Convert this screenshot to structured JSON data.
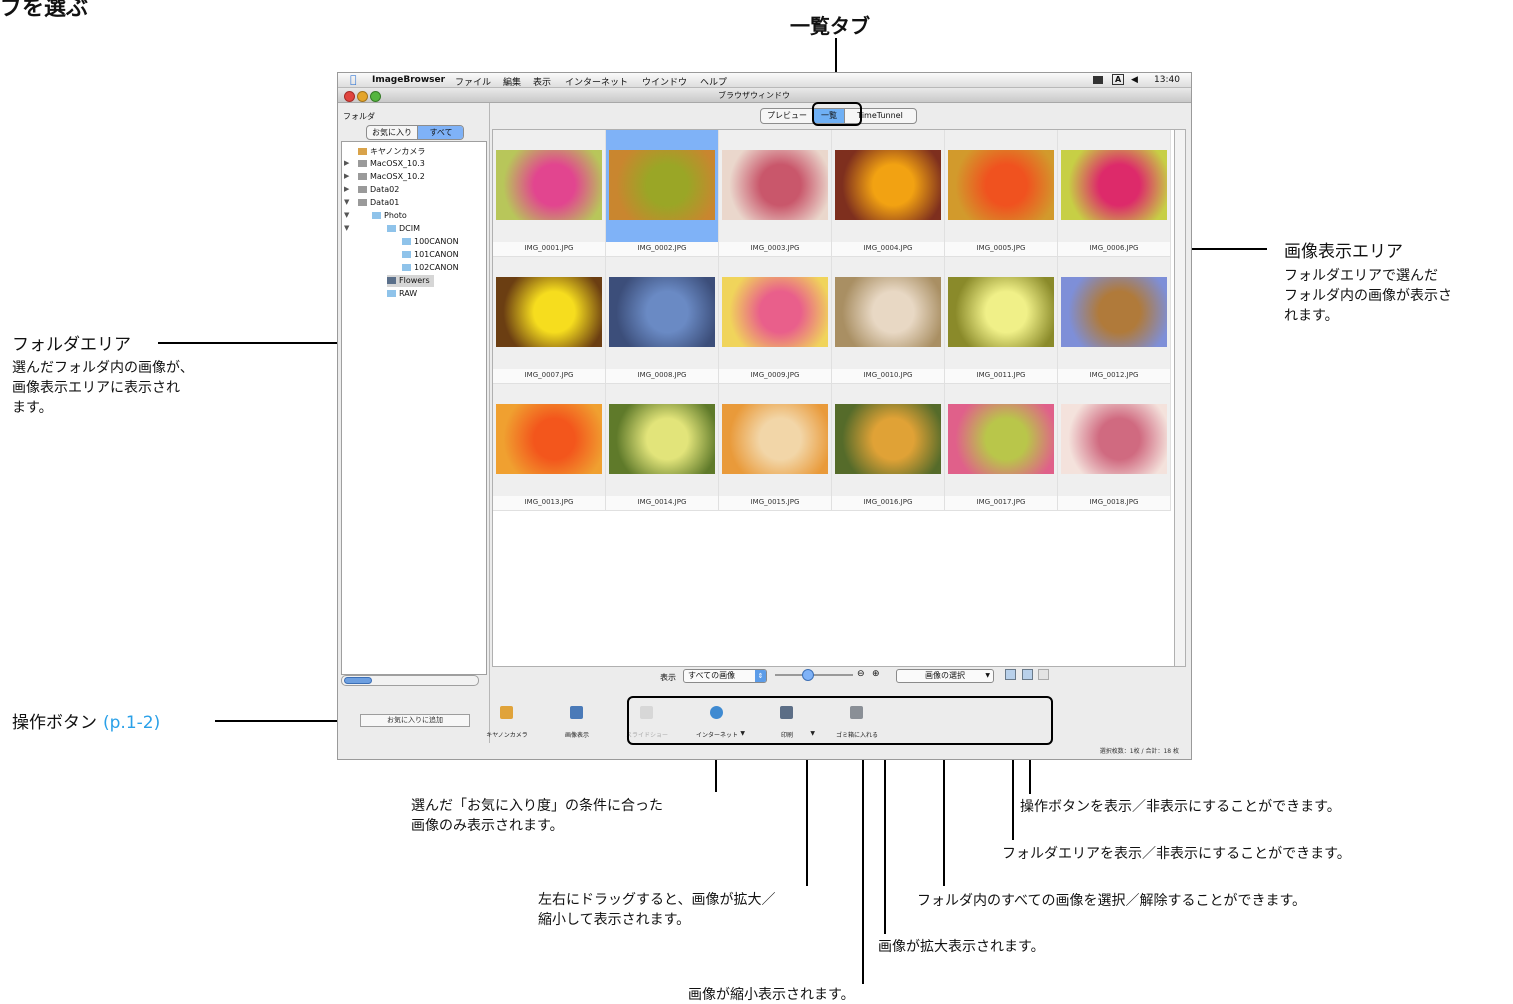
{
  "page": {
    "heading_fragment": "ブを選ぶ",
    "tab_callout": "一覧タブ"
  },
  "callouts": {
    "folder_area": {
      "title": "フォルダエリア",
      "desc1": "選んだフォルダ内の画像が、",
      "desc2": "画像表示エリアに表示され",
      "desc3": "ます。"
    },
    "image_area": {
      "title": "画像表示エリア",
      "desc1": "フォルダエリアで選んだ",
      "desc2": "フォルダ内の画像が表示さ",
      "desc3": "れます。"
    },
    "op_buttons": {
      "title": "操作ボタン",
      "link": "(p.1-2)"
    },
    "filter": {
      "line1": "選んだ「お気に入り度」の条件に合った",
      "line2": "画像のみ表示されます。"
    },
    "slider": {
      "line1": "左右にドラッグすると、画像が拡大／",
      "line2": "縮小して表示されます。"
    },
    "zoom_out": "画像が縮小表示されます。",
    "zoom_in": "画像が拡大表示されます。",
    "select_all": "フォルダ内のすべての画像を選択／解除することができます。",
    "toggle_folder": "フォルダエリアを表示／非表示にすることができます。",
    "toggle_buttons": "操作ボタンを表示／非表示にすることができます。"
  },
  "app": {
    "menubar": {
      "apple": "",
      "items": [
        "ImageBrowser",
        "ファイル",
        "編集",
        "表示",
        "インターネット",
        "ウインドウ",
        "ヘルプ"
      ],
      "clock": "13:40",
      "status_a": "A",
      "status_vol": "◀"
    },
    "window_title": "ブラウザウィンドウ",
    "sidebar": {
      "label": "フォルダ",
      "seg_favorites": "お気に入り",
      "seg_all": "すべて",
      "tree": [
        {
          "label": "キヤノンカメラ"
        },
        {
          "label": "MacOSX_10.3"
        },
        {
          "label": "MacOSX_10.2"
        },
        {
          "label": "Data02"
        },
        {
          "label": "Data01"
        },
        {
          "label": "Photo"
        },
        {
          "label": "DCIM"
        },
        {
          "label": "100CANON"
        },
        {
          "label": "101CANON"
        },
        {
          "label": "102CANON"
        },
        {
          "label": "Flowers"
        },
        {
          "label": "RAW"
        }
      ],
      "add_favorite": "お気に入りに追加"
    },
    "tabs": {
      "preview": "プレビュー",
      "list": "一覧",
      "timetunnel": "TimeTunnel"
    },
    "thumbnails": [
      {
        "name": "IMG_0001.JPG",
        "c1": "#e2458f",
        "c2": "#b8c65a"
      },
      {
        "name": "IMG_0002.JPG",
        "c1": "#9aa626",
        "c2": "#c9862f"
      },
      {
        "name": "IMG_0003.JPG",
        "c1": "#c9576b",
        "c2": "#ead7cc"
      },
      {
        "name": "IMG_0004.JPG",
        "c1": "#f2a212",
        "c2": "#7e2f1e"
      },
      {
        "name": "IMG_0005.JPG",
        "c1": "#f0521f",
        "c2": "#d29a2c"
      },
      {
        "name": "IMG_0006.JPG",
        "c1": "#dd2a6a",
        "c2": "#c7cf45"
      },
      {
        "name": "IMG_0007.JPG",
        "c1": "#f6dd1e",
        "c2": "#6b3e12"
      },
      {
        "name": "IMG_0008.JPG",
        "c1": "#6a8ac4",
        "c2": "#3c4e7a"
      },
      {
        "name": "IMG_0009.JPG",
        "c1": "#e95f8b",
        "c2": "#f0d45b"
      },
      {
        "name": "IMG_0010.JPG",
        "c1": "#e8d8c4",
        "c2": "#a98f63"
      },
      {
        "name": "IMG_0011.JPG",
        "c1": "#f0f088",
        "c2": "#8a8a2a"
      },
      {
        "name": "IMG_0012.JPG",
        "c1": "#b07a3a",
        "c2": "#7e8fd8"
      },
      {
        "name": "IMG_0013.JPG",
        "c1": "#f3561c",
        "c2": "#f0a030"
      },
      {
        "name": "IMG_0014.JPG",
        "c1": "#e2e47a",
        "c2": "#5f7a2a"
      },
      {
        "name": "IMG_0015.JPG",
        "c1": "#f2d6a8",
        "c2": "#e99a3a"
      },
      {
        "name": "IMG_0016.JPG",
        "c1": "#e0a236",
        "c2": "#556b2a"
      },
      {
        "name": "IMG_0017.JPG",
        "c1": "#b9c64a",
        "c2": "#e0608a"
      },
      {
        "name": "IMG_0018.JPG",
        "c1": "#d06a80",
        "c2": "#f4e2dc"
      }
    ],
    "controls": {
      "display_label": "表示",
      "filter_value": "すべての画像",
      "select_value": "画像の選択"
    },
    "toolbar": [
      {
        "label": "キヤノンカメラ",
        "icon": "camera-icon"
      },
      {
        "label": "画像表示",
        "icon": "image-view-icon"
      },
      {
        "label": "スライドショー",
        "icon": "slideshow-icon"
      },
      {
        "label": "インターネット",
        "icon": "internet-icon"
      },
      {
        "label": "印刷",
        "icon": "print-icon"
      },
      {
        "label": "ゴミ箱に入れる",
        "icon": "trash-icon"
      }
    ],
    "status": "選択枚数：1枚 / 合計：18 枚"
  },
  "colors": {
    "selection": "#7fb2f7",
    "link": "#2aa0e8",
    "tab_active": "#6fb0f5"
  }
}
